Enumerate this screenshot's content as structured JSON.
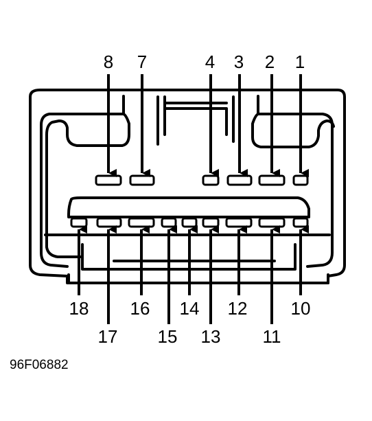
{
  "figure_id": "96F06882",
  "colors": {
    "ink": "#000000",
    "paper": "#ffffff"
  },
  "pins_top_row": [
    {
      "number": "8"
    },
    {
      "number": "7"
    },
    {
      "number": "4"
    },
    {
      "number": "3"
    },
    {
      "number": "2"
    },
    {
      "number": "1"
    }
  ],
  "pins_bottom_row_upper_labels": [
    {
      "number": "18"
    },
    {
      "number": "16"
    },
    {
      "number": "14"
    },
    {
      "number": "12"
    },
    {
      "number": "10"
    }
  ],
  "pins_bottom_row_lower_labels": [
    {
      "number": "17"
    },
    {
      "number": "15"
    },
    {
      "number": "13"
    },
    {
      "number": "11"
    }
  ]
}
